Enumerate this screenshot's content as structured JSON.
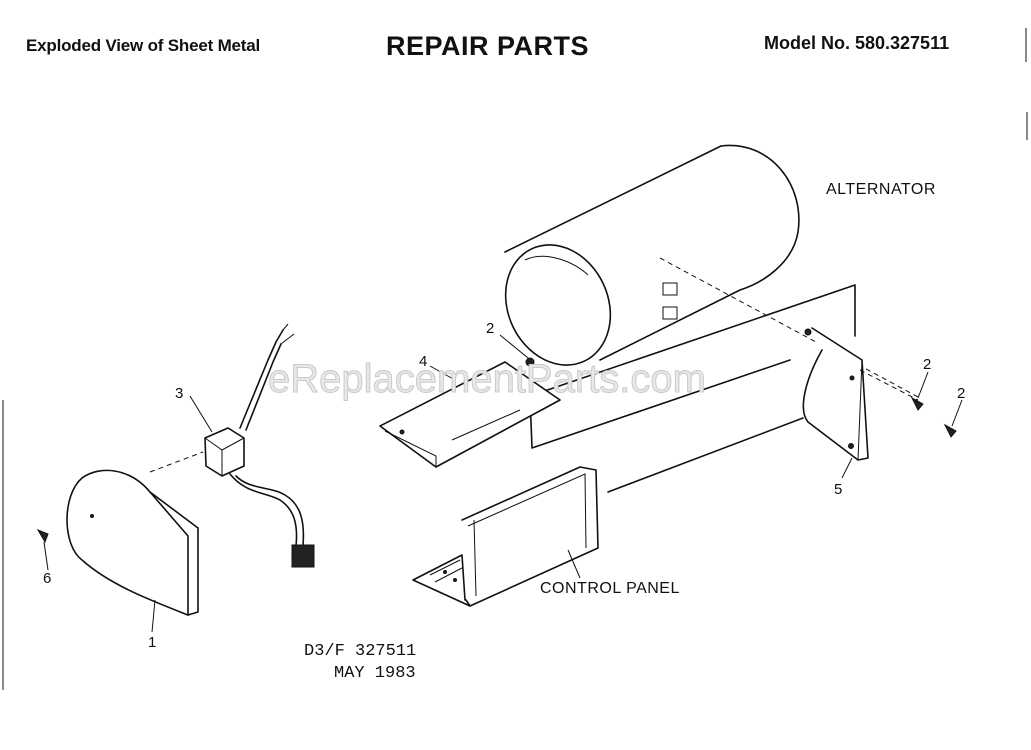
{
  "header": {
    "left": "Exploded View of Sheet Metal",
    "center": "REPAIR PARTS",
    "right": "Model No. 580.327511"
  },
  "watermark": "eReplacementParts.com",
  "labels": {
    "alternator": "ALTERNATOR",
    "control_panel": "CONTROL PANEL",
    "part_1": "1",
    "part_2a": "2",
    "part_2b": "2",
    "part_2c": "2",
    "part_3": "3",
    "part_4": "4",
    "part_5": "5",
    "part_6": "6"
  },
  "drawing_ref": {
    "line1": "D3/F 327511",
    "line2": "MAY 1983"
  }
}
